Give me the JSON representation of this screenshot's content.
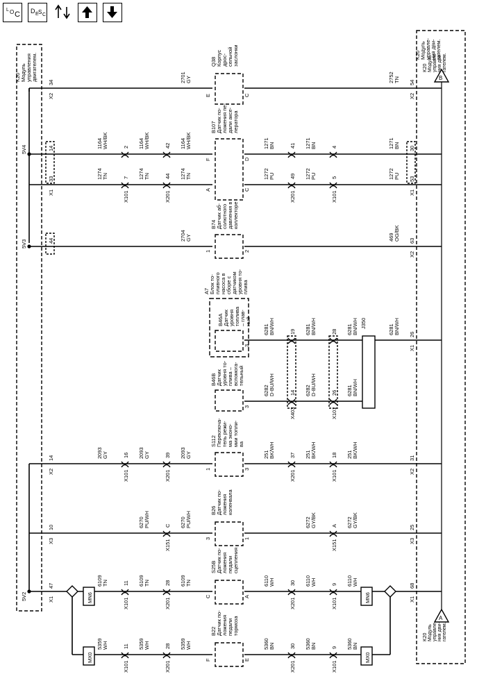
{
  "toolbar": {
    "loc": {
      "main": "L",
      "sub": "O",
      "sub2": "C"
    },
    "desc": {
      "main": "D",
      "sub": "E",
      "sub2": "S",
      "sub3": "C"
    },
    "tools_icon": "wrench-arrows-icon",
    "up_icon": "arrow-up-icon",
    "down_icon": "arrow-down-icon"
  },
  "modules": {
    "k20_left": [
      "K20",
      "Модуль",
      "управления",
      "двигателем."
    ],
    "k20_top": [
      "K20",
      "Модуль",
      "управле-",
      "ния дви-",
      "гателем."
    ],
    "k20_right_b": [
      "K20",
      "Модуль",
      "управле-",
      "ния дви-",
      "гателем."
    ],
    "k20_right_a": [
      "K20",
      "Модуль",
      "управле-",
      "ния дви-",
      "гателем."
    ],
    "tag_a": "A",
    "tag_b": "B"
  },
  "refs": [
    "5V4",
    "5V3",
    "5V2"
  ],
  "left_pins": [
    {
      "conn": "X2",
      "pin": "34"
    },
    {
      "conn": "",
      "pin": "14"
    },
    {
      "conn": "X1",
      "pin": "33"
    },
    {
      "conn": "",
      "pin": "44"
    },
    {
      "conn": "X2",
      "pin": "14"
    },
    {
      "conn": "X3",
      "pin": "10"
    },
    {
      "conn": "X1",
      "pin": "47"
    }
  ],
  "right_pins": [
    {
      "conn": "X2",
      "pin": "54"
    },
    {
      "conn": "",
      "pin": "30"
    },
    {
      "conn": "X1",
      "pin": "53"
    },
    {
      "conn": "X2",
      "pin": "63"
    },
    {
      "conn": "X1",
      "pin": "26"
    },
    {
      "conn": "X2",
      "pin": "31"
    },
    {
      "conn": "X3",
      "pin": "25"
    },
    {
      "conn": "X1",
      "pin": "68"
    }
  ],
  "components": [
    {
      "id": "Q38",
      "desc": [
        "Q38",
        "Корпус",
        "дрос-",
        "сельной",
        "заслонки"
      ],
      "pins_in": [
        "E"
      ],
      "pins_out": [
        "C"
      ]
    },
    {
      "id": "B107",
      "desc": [
        "B107",
        "Датчик по-",
        "ложения пе-",
        "дали аксе-",
        "лератора"
      ],
      "pins_in": [
        "F",
        "A"
      ],
      "pins_out": [
        "D",
        "C"
      ]
    },
    {
      "id": "B74",
      "desc": [
        "B74",
        "Датчик аб-",
        "солютного",
        "давления в",
        "коллекторе"
      ],
      "pins_in": [
        "1"
      ],
      "pins_out": [
        "2"
      ]
    },
    {
      "id": "A7",
      "desc": [
        "A7",
        "Блок то-",
        "пливного",
        "насоса в",
        "сборе с",
        "датчиком",
        "уровня то-",
        "плива"
      ]
    },
    {
      "id": "B46A",
      "desc": [
        "B46A",
        "Датчик",
        "уровня",
        "топлива",
        "– глав-",
        "ный"
      ],
      "pins_out": [
        "3"
      ]
    },
    {
      "id": "B46B",
      "desc": [
        "B46B",
        "Датчик",
        "уровня то-",
        "плива –",
        "вспомога-",
        "тельный"
      ],
      "pins_out": [
        "3"
      ]
    },
    {
      "id": "S112",
      "desc": [
        "S112",
        "Переключа-",
        "тель режи-",
        "ма эконо-",
        "мии топли-",
        "ва"
      ],
      "pins_in": [
        "1"
      ],
      "pins_out": [
        "3"
      ]
    },
    {
      "id": "B26",
      "desc": [
        "B26",
        "Датчик по-",
        "ложения",
        "коленвала"
      ],
      "pins_in": [
        "3"
      ],
      "pins_out": [
        "1"
      ]
    },
    {
      "id": "S25B",
      "desc": [
        "S25B",
        "Датчик по-",
        "ложения",
        "педали",
        "сцепления"
      ],
      "pins_in": [
        "C"
      ],
      "pins_out": [
        "A"
      ]
    },
    {
      "id": "B22",
      "desc": [
        "B22",
        "Датчик по-",
        "ложения",
        "педали",
        "тормоза"
      ],
      "pins_in": [
        "F"
      ],
      "pins_out": [
        "E"
      ]
    }
  ],
  "wires": {
    "w2701": [
      "2701",
      "GY"
    ],
    "w2752": [
      "2752",
      "TN"
    ],
    "w1164": [
      "1164",
      "WH/BK"
    ],
    "w1271": [
      "1271",
      "BN"
    ],
    "w1274": [
      "1274",
      "TN"
    ],
    "w1272": [
      "1272",
      "PU"
    ],
    "w2704": [
      "2704",
      "GY"
    ],
    "w469": [
      "469",
      "OG/BK"
    ],
    "w6281": [
      "6281",
      "BN/WH"
    ],
    "w6282": [
      "6282",
      "D-BU/WH"
    ],
    "w2093": [
      "2093",
      "GY"
    ],
    "w251": [
      "251",
      "BK/WH"
    ],
    "w6270": [
      "6270",
      "PU/WH"
    ],
    "w6272": [
      "6272",
      "GY/BK"
    ],
    "w6109": [
      "6109",
      "TN"
    ],
    "w6110": [
      "6110",
      "WH"
    ],
    "w5359": [
      "5359",
      "WH"
    ],
    "w5360": [
      "5360",
      "BN"
    ]
  },
  "connectors": {
    "x101": "X101",
    "x201": "X201",
    "x151": "X151",
    "x403": "X403",
    "j350": "J350",
    "mn6": "MN6",
    "mx0": "MX0"
  },
  "pins": {
    "p2": "2",
    "p42": "42",
    "p41": "41",
    "p4": "4",
    "p7": "7",
    "p44": "44",
    "p49": "49",
    "p5": "5",
    "p19": "19",
    "p28": "28",
    "p14": "14",
    "p26": "26",
    "p16": "16",
    "p39": "39",
    "p37": "37",
    "p18": "18",
    "pC": "C",
    "pA": "A",
    "p11": "11",
    "p28b": "28",
    "p30": "30",
    "p9": "9"
  }
}
